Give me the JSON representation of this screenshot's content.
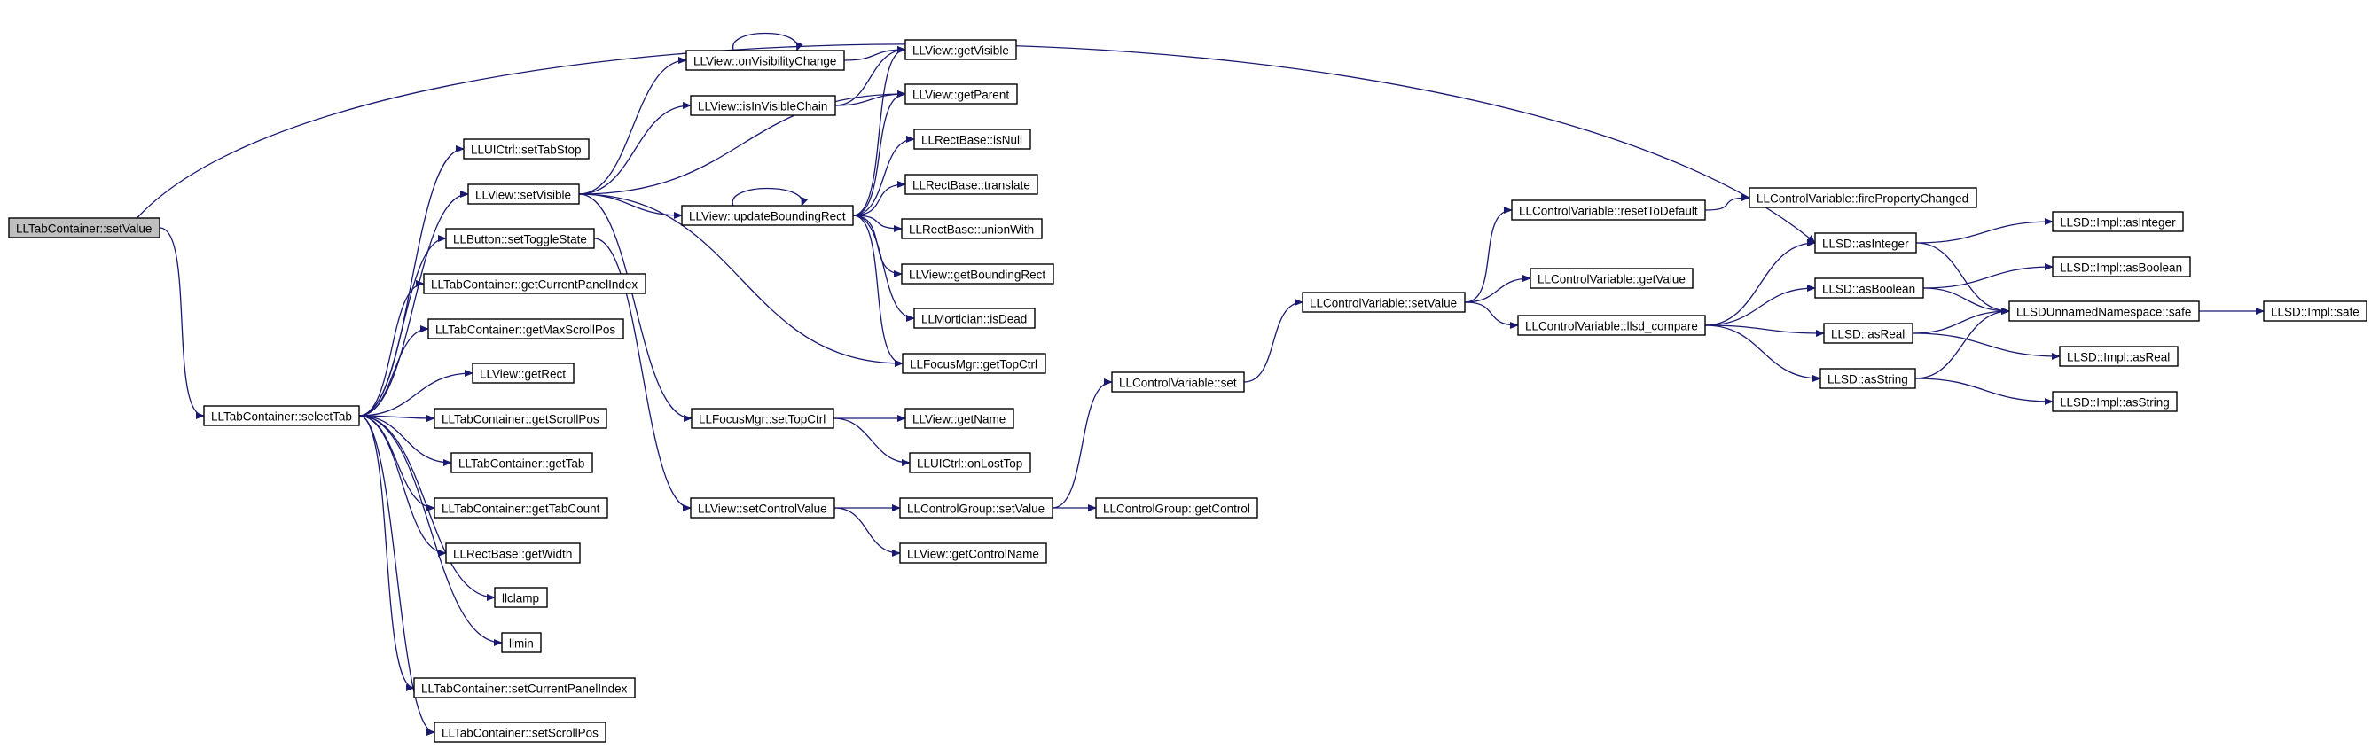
{
  "colors": {
    "edge": "#191970",
    "node_border": "#000000",
    "root_fill": "#bfbfbf",
    "node_fill": "#ffffff"
  },
  "nodes": [
    {
      "id": "setValue_tab",
      "label": "LLTabContainer::setValue",
      "root": true
    },
    {
      "id": "selectTab",
      "label": "LLTabContainer::selectTab"
    },
    {
      "id": "setTabStop",
      "label": "LLUICtrl::setTabStop"
    },
    {
      "id": "setVisible",
      "label": "LLView::setVisible"
    },
    {
      "id": "setToggleState",
      "label": "LLButton::setToggleState"
    },
    {
      "id": "getCurrentPanelIndex",
      "label": "LLTabContainer::getCurrentPanelIndex"
    },
    {
      "id": "getMaxScrollPos",
      "label": "LLTabContainer::getMaxScrollPos"
    },
    {
      "id": "getRect",
      "label": "LLView::getRect"
    },
    {
      "id": "getScrollPos",
      "label": "LLTabContainer::getScrollPos"
    },
    {
      "id": "getTab",
      "label": "LLTabContainer::getTab"
    },
    {
      "id": "getTabCount",
      "label": "LLTabContainer::getTabCount"
    },
    {
      "id": "getWidth",
      "label": "LLRectBase::getWidth"
    },
    {
      "id": "llclamp",
      "label": "llclamp"
    },
    {
      "id": "llmin",
      "label": "llmin"
    },
    {
      "id": "setCurrentPanelIndex",
      "label": "LLTabContainer::setCurrentPanelIndex"
    },
    {
      "id": "setScrollPos",
      "label": "LLTabContainer::setScrollPos"
    },
    {
      "id": "onVisibilityChange",
      "label": "LLView::onVisibilityChange"
    },
    {
      "id": "isInVisibleChain",
      "label": "LLView::isInVisibleChain"
    },
    {
      "id": "updateBoundingRect",
      "label": "LLView::updateBoundingRect"
    },
    {
      "id": "setTopCtrl",
      "label": "LLFocusMgr::setTopCtrl"
    },
    {
      "id": "setControlValue",
      "label": "LLView::setControlValue"
    },
    {
      "id": "getVisible",
      "label": "LLView::getVisible"
    },
    {
      "id": "getParent",
      "label": "LLView::getParent"
    },
    {
      "id": "isNull",
      "label": "LLRectBase::isNull"
    },
    {
      "id": "translate",
      "label": "LLRectBase::translate"
    },
    {
      "id": "unionWith",
      "label": "LLRectBase::unionWith"
    },
    {
      "id": "getBoundingRect",
      "label": "LLView::getBoundingRect"
    },
    {
      "id": "isDead",
      "label": "LLMortician::isDead"
    },
    {
      "id": "getTopCtrl",
      "label": "LLFocusMgr::getTopCtrl"
    },
    {
      "id": "getName",
      "label": "LLView::getName"
    },
    {
      "id": "onLostTop",
      "label": "LLUICtrl::onLostTop"
    },
    {
      "id": "cg_setValue",
      "label": "LLControlGroup::setValue"
    },
    {
      "id": "getControlName",
      "label": "LLView::getControlName"
    },
    {
      "id": "getControl",
      "label": "LLControlGroup::getControl"
    },
    {
      "id": "cv_set",
      "label": "LLControlVariable::set"
    },
    {
      "id": "cv_setValue",
      "label": "LLControlVariable::setValue"
    },
    {
      "id": "resetToDefault",
      "label": "LLControlVariable::resetToDefault"
    },
    {
      "id": "cv_getValue",
      "label": "LLControlVariable::getValue"
    },
    {
      "id": "llsd_compare",
      "label": "LLControlVariable::llsd_compare"
    },
    {
      "id": "firePropertyChanged",
      "label": "LLControlVariable::firePropertyChanged"
    },
    {
      "id": "asInteger",
      "label": "LLSD::asInteger"
    },
    {
      "id": "asBoolean",
      "label": "LLSD::asBoolean"
    },
    {
      "id": "asReal",
      "label": "LLSD::asReal"
    },
    {
      "id": "asString",
      "label": "LLSD::asString"
    },
    {
      "id": "impl_asInteger",
      "label": "LLSD::Impl::asInteger"
    },
    {
      "id": "impl_asBoolean",
      "label": "LLSD::Impl::asBoolean"
    },
    {
      "id": "ns_safe",
      "label": "LLSDUnnamedNamespace::safe"
    },
    {
      "id": "impl_asReal",
      "label": "LLSD::Impl::asReal"
    },
    {
      "id": "impl_asString",
      "label": "LLSD::Impl::asString"
    },
    {
      "id": "impl_safe",
      "label": "LLSD::Impl::safe"
    }
  ],
  "edges": [
    [
      "setValue_tab",
      "selectTab"
    ],
    [
      "setValue_tab",
      "asInteger"
    ],
    [
      "selectTab",
      "setTabStop"
    ],
    [
      "selectTab",
      "setVisible"
    ],
    [
      "selectTab",
      "setToggleState"
    ],
    [
      "selectTab",
      "getCurrentPanelIndex"
    ],
    [
      "selectTab",
      "getMaxScrollPos"
    ],
    [
      "selectTab",
      "getRect"
    ],
    [
      "selectTab",
      "getScrollPos"
    ],
    [
      "selectTab",
      "getTab"
    ],
    [
      "selectTab",
      "getTabCount"
    ],
    [
      "selectTab",
      "getWidth"
    ],
    [
      "selectTab",
      "llclamp"
    ],
    [
      "selectTab",
      "llmin"
    ],
    [
      "selectTab",
      "setCurrentPanelIndex"
    ],
    [
      "selectTab",
      "setScrollPos"
    ],
    [
      "setVisible",
      "onVisibilityChange"
    ],
    [
      "setVisible",
      "isInVisibleChain"
    ],
    [
      "setVisible",
      "getParent"
    ],
    [
      "setVisible",
      "updateBoundingRect"
    ],
    [
      "setVisible",
      "getTopCtrl"
    ],
    [
      "setVisible",
      "setTopCtrl"
    ],
    [
      "setToggleState",
      "setControlValue"
    ],
    [
      "onVisibilityChange",
      "onVisibilityChange"
    ],
    [
      "onVisibilityChange",
      "getVisible"
    ],
    [
      "isInVisibleChain",
      "getVisible"
    ],
    [
      "isInVisibleChain",
      "getParent"
    ],
    [
      "updateBoundingRect",
      "updateBoundingRect"
    ],
    [
      "updateBoundingRect",
      "getVisible"
    ],
    [
      "updateBoundingRect",
      "getParent"
    ],
    [
      "updateBoundingRect",
      "isNull"
    ],
    [
      "updateBoundingRect",
      "translate"
    ],
    [
      "updateBoundingRect",
      "unionWith"
    ],
    [
      "updateBoundingRect",
      "getBoundingRect"
    ],
    [
      "updateBoundingRect",
      "isDead"
    ],
    [
      "updateBoundingRect",
      "getTopCtrl"
    ],
    [
      "setTopCtrl",
      "getName"
    ],
    [
      "setTopCtrl",
      "onLostTop"
    ],
    [
      "setControlValue",
      "cg_setValue"
    ],
    [
      "setControlValue",
      "getControlName"
    ],
    [
      "cg_setValue",
      "getControl"
    ],
    [
      "cg_setValue",
      "cv_set"
    ],
    [
      "cv_set",
      "cv_setValue"
    ],
    [
      "cv_setValue",
      "resetToDefault"
    ],
    [
      "cv_setValue",
      "cv_getValue"
    ],
    [
      "cv_setValue",
      "llsd_compare"
    ],
    [
      "resetToDefault",
      "firePropertyChanged"
    ],
    [
      "llsd_compare",
      "asInteger"
    ],
    [
      "llsd_compare",
      "asBoolean"
    ],
    [
      "llsd_compare",
      "asReal"
    ],
    [
      "llsd_compare",
      "asString"
    ],
    [
      "asInteger",
      "impl_asInteger"
    ],
    [
      "asInteger",
      "ns_safe"
    ],
    [
      "asBoolean",
      "impl_asBoolean"
    ],
    [
      "asBoolean",
      "ns_safe"
    ],
    [
      "asReal",
      "ns_safe"
    ],
    [
      "asReal",
      "impl_asReal"
    ],
    [
      "asString",
      "ns_safe"
    ],
    [
      "asString",
      "impl_asString"
    ],
    [
      "ns_safe",
      "impl_safe"
    ]
  ]
}
